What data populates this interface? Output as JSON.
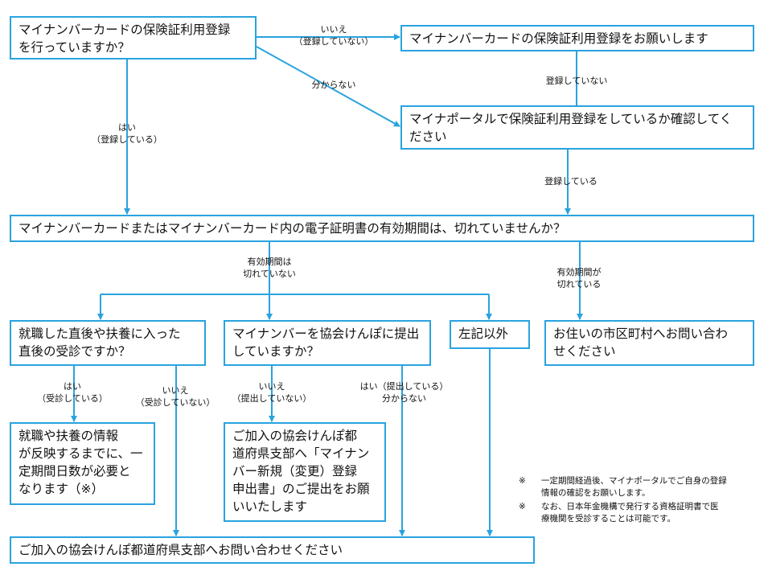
{
  "nodes": {
    "q_registered": "マイナンバーカードの保険証利用登録\nを行っていますか？",
    "please_register": "マイナンバーカードの保険証利用登録をお願いします",
    "check_portal": "マイナポータルで保険証利用登録をしているか確認してく\nださい",
    "q_validity": "マイナンバーカードまたはマイナンバーカード内の電子証明書の有効期間は、切れていませんか？",
    "q_just_employed": "就職した直後や扶養に入った\n直後の受診ですか？",
    "q_submitted": "マイナンバーを協会けんぽに提出\nしていますか？",
    "other": "左記以外",
    "contact_municipality": "お住いの市区町村へお問い合わ\nせください",
    "reflect_wait": "就職や扶養の情報\nが反映するまでに、一\n定期間日数が必要と\nなります（※）",
    "submit_form": "ご加入の協会けんぽ都\n道府県支部へ「マイナン\nバー新規（変更）登録\n申出書」のご提出をお願\nいいたします",
    "contact_branch": "ご加入の協会けんぽ都道府県支部へお問い合わせください"
  },
  "labels": {
    "no_not_registered": "いいえ\n（登録していない）",
    "unknown": "分からない",
    "yes_registered": "はい\n（登録している）",
    "portal_not_registered": "登録していない",
    "portal_registered": "登録している",
    "valid": "有効期間は\n切れていない",
    "expired": "有効期間が\n切れている",
    "yes_visited": "はい\n（受診している）",
    "no_not_visited": "いいえ\n（受診していない）",
    "no_not_submitted": "いいえ\n（提出していない）",
    "yes_submitted_unknown": "はい（提出している）\n分からない"
  },
  "notes": [
    {
      "mark": "※",
      "text": "一定期間経過後、マイナポータルでご自身の登録\n情報の確認をお願いします。"
    },
    {
      "mark": "※",
      "text": "なお、日本年金機構で発行する資格証明書で医\n療機関を受診することは可能です。"
    }
  ],
  "colors": {
    "accent": "#29a3df"
  }
}
